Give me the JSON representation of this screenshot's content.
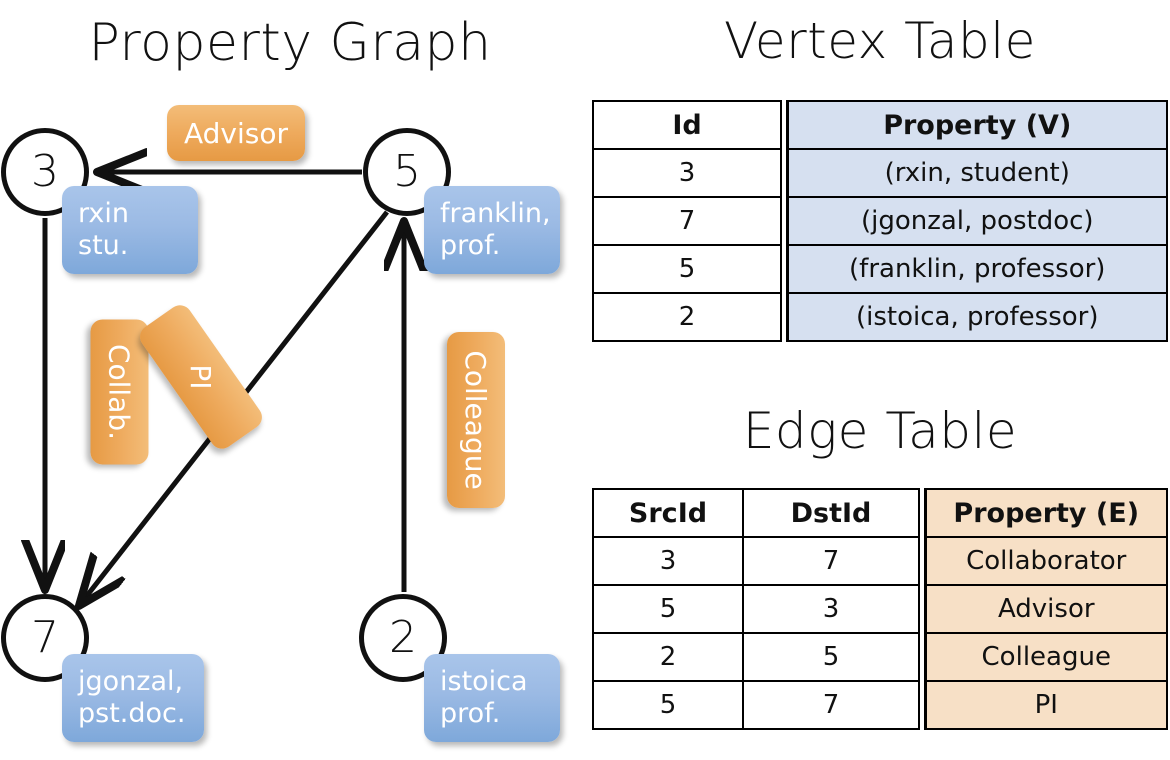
{
  "titles": {
    "graph": "Property Graph",
    "vertex_table": "Vertex Table",
    "edge_table": "Edge Table"
  },
  "graph": {
    "nodes": [
      {
        "id": "3",
        "property": "rxin\nstu."
      },
      {
        "id": "5",
        "property": "franklin,\nprof."
      },
      {
        "id": "7",
        "property": "jgonzal,\npst.doc."
      },
      {
        "id": "2",
        "property": "istoica\nprof."
      }
    ],
    "node_labels": {
      "n3": "3",
      "n5": "5",
      "n7": "7",
      "n2": "2"
    },
    "property_boxes": {
      "rxin_line1": "rxin",
      "rxin_line2": "stu.",
      "franklin_line1": "franklin,",
      "franklin_line2": "prof.",
      "jgonzal_line1": "jgonzal,",
      "jgonzal_line2": "pst.doc.",
      "istoica_line1": "istoica",
      "istoica_line2": "prof."
    },
    "edge_labels": {
      "advisor": "Advisor",
      "collab": "Collab.",
      "colleague": "Colleague",
      "pi": "PI"
    },
    "edges": [
      {
        "from": "5",
        "to": "3",
        "label": "Advisor"
      },
      {
        "from": "3",
        "to": "7",
        "label": "Collab."
      },
      {
        "from": "5",
        "to": "7",
        "label": "PI"
      },
      {
        "from": "2",
        "to": "5",
        "label": "Colleague"
      }
    ]
  },
  "vertex_table": {
    "headers": [
      "Id",
      "Property (V)"
    ],
    "rows": [
      {
        "id": "3",
        "property": "(rxin, student)"
      },
      {
        "id": "7",
        "property": "(jgonzal, postdoc)"
      },
      {
        "id": "5",
        "property": "(franklin, professor)"
      },
      {
        "id": "2",
        "property": "(istoica, professor)"
      }
    ]
  },
  "edge_table": {
    "headers": [
      "SrcId",
      "DstId",
      "Property (E)"
    ],
    "rows": [
      {
        "src": "3",
        "dst": "7",
        "property": "Collaborator"
      },
      {
        "src": "5",
        "dst": "3",
        "property": "Advisor"
      },
      {
        "src": "2",
        "dst": "5",
        "property": "Colleague"
      },
      {
        "src": "5",
        "dst": "7",
        "property": "PI"
      }
    ]
  },
  "colors": {
    "vertex_property_fill": "#d6e0f0",
    "edge_property_fill": "#f7e0c6",
    "node_property_box": "#9bbae4",
    "edge_label_box": "#eeaa5d",
    "stroke": "#000000",
    "background": "#ffffff"
  }
}
